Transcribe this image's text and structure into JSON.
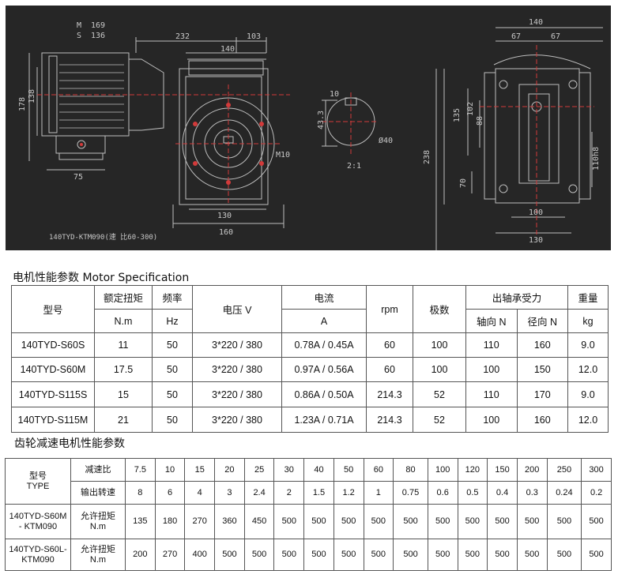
{
  "drawing": {
    "side_labels": {
      "m_label": "M",
      "m_value": "169",
      "s_label": "S",
      "s_value": "136"
    },
    "front_dims": [
      "232",
      "103",
      "140",
      "178",
      "138",
      "75",
      "130",
      "160",
      "M10"
    ],
    "shaft_dims": [
      "10",
      "43.3",
      "Ø40",
      "2:1"
    ],
    "end_dims": [
      "140",
      "67",
      "67",
      "135",
      "102",
      "88",
      "238",
      "70",
      "110h8",
      "100",
      "130"
    ],
    "caption": "140TYD-KTM090(速 比60-300)"
  },
  "motor_spec": {
    "title": "电机性能参数 Motor Specification",
    "headers": {
      "model": "型号",
      "torque": "额定扭矩",
      "torque_unit": "N.m",
      "freq": "频率",
      "freq_unit": "Hz",
      "voltage": "电压 V",
      "current": "电流",
      "current_unit": "A",
      "rpm": "rpm",
      "poles": "极数",
      "shaft_force": "出轴承受力",
      "axial": "轴向 N",
      "radial": "径向 N",
      "weight": "重量",
      "weight_unit": "kg"
    },
    "rows": [
      [
        "140TYD-S60S",
        "11",
        "50",
        "3*220 / 380",
        "0.78A / 0.45A",
        "60",
        "100",
        "110",
        "160",
        "9.0"
      ],
      [
        "140TYD-S60M",
        "17.5",
        "50",
        "3*220 / 380",
        "0.97A / 0.56A",
        "60",
        "100",
        "100",
        "150",
        "12.0"
      ],
      [
        "140TYD-S115S",
        "15",
        "50",
        "3*220 / 380",
        "0.86A / 0.50A",
        "214.3",
        "52",
        "110",
        "170",
        "9.0"
      ],
      [
        "140TYD-S115M",
        "21",
        "50",
        "3*220 / 380",
        "1.23A / 0.71A",
        "214.3",
        "52",
        "100",
        "160",
        "12.0"
      ]
    ]
  },
  "gear_spec": {
    "title": "齿轮减速电机性能参数",
    "type_label_cn": "型号",
    "type_label_en": "TYPE",
    "ratio_label": "减速比",
    "speed_label": "输出转速",
    "torque_label": "允许扭矩",
    "torque_unit": "N.m",
    "ratios": [
      "7.5",
      "10",
      "15",
      "20",
      "25",
      "30",
      "40",
      "50",
      "60",
      "80",
      "100",
      "120",
      "150",
      "200",
      "250",
      "300"
    ],
    "speeds": [
      "8",
      "6",
      "4",
      "3",
      "2.4",
      "2",
      "1.5",
      "1.2",
      "1",
      "0.75",
      "0.6",
      "0.5",
      "0.4",
      "0.3",
      "0.24",
      "0.2"
    ],
    "models": [
      {
        "line1": "140TYD-S60M",
        "line2": "- KTM090",
        "torques": [
          "135",
          "180",
          "270",
          "360",
          "450",
          "500",
          "500",
          "500",
          "500",
          "500",
          "500",
          "500",
          "500",
          "500",
          "500",
          "500"
        ]
      },
      {
        "line1": "140TYD-S60L-",
        "line2": "KTM090",
        "torques": [
          "200",
          "270",
          "400",
          "500",
          "500",
          "500",
          "500",
          "500",
          "500",
          "500",
          "500",
          "500",
          "500",
          "500",
          "500",
          "500"
        ]
      }
    ]
  }
}
